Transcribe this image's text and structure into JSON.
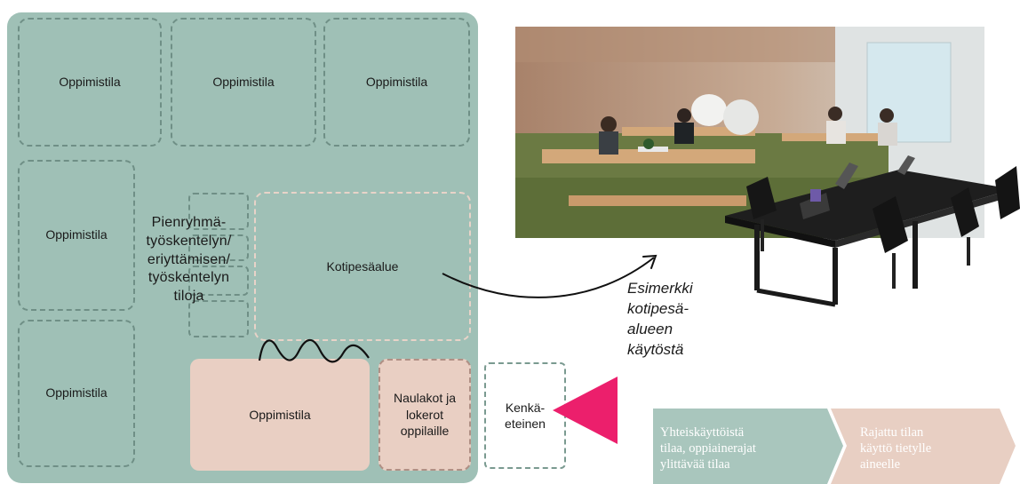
{
  "floorplan": {
    "rooms": [
      {
        "label": "Oppimistila"
      },
      {
        "label": "Oppimistila"
      },
      {
        "label": "Oppimistila"
      },
      {
        "label": "Oppimistila"
      },
      {
        "label": "Oppimistila"
      },
      {
        "label": "Oppimistila"
      }
    ],
    "small_group_label": [
      "Pienryhmä-",
      "työskentelyn/",
      "eriyttämisen/",
      "työskentelyn",
      "tiloja"
    ],
    "home_area_label": "Kotipesäalue",
    "lockers_label": [
      "Naulakot ja",
      "lokerot",
      "oppilaille"
    ],
    "shoe_hall_label": [
      "Kenkä-",
      "eteinen"
    ]
  },
  "caption_lines": [
    "Esimerkki",
    "kotipesä-",
    "alueen",
    "käytöstä"
  ],
  "legend": {
    "shared": {
      "lines": [
        "Yhteiskäyttöistä",
        "tilaa, oppiainerajat",
        "ylittävää tilaa"
      ],
      "color": "#a9c6bd"
    },
    "restricted": {
      "lines": [
        "Rajattu tilan",
        "käyttö tietylle",
        "aineelle"
      ],
      "color": "#e8cfc3"
    }
  },
  "colors": {
    "floor": "#9fc0b6",
    "pink_room": "#e9cfc3",
    "arrow_triangle": "#ec1f6c"
  }
}
